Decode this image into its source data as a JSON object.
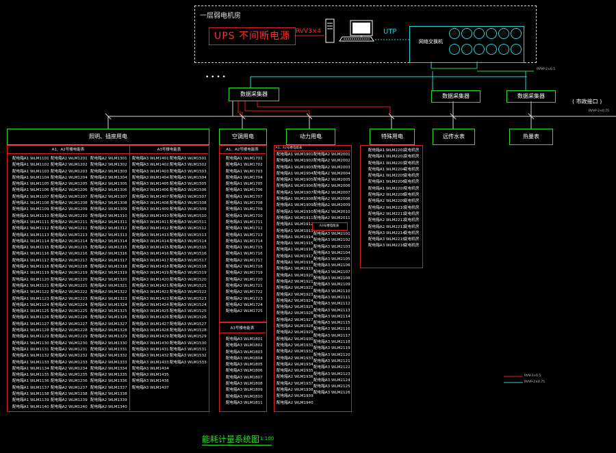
{
  "machine_room": {
    "title": "一层弱电机房",
    "ups_label": "UPS 不间断电源"
  },
  "labels": {
    "rvv": "RVV3×4",
    "utp": "UTP",
    "switch": "网络交换机",
    "bus_note_1": "RVVP-2×0.5",
    "bus_note_2": "RVVP-2×0.75",
    "city_interface": "( 市政接口 )",
    "dots": "• • • •"
  },
  "collectors": [
    "数据采集器",
    "数据采集器",
    "数据采集器"
  ],
  "categories": {
    "lighting": "照明、插座用电",
    "ac": "空调用电",
    "power": "动力用电",
    "special": "特殊用电",
    "water": "远传水表",
    "heat": "热量表"
  },
  "subheaders": {
    "lighting_a": "A1、A2号楼电能表",
    "lighting_b": "A3号楼电能表",
    "ac_a": "A1、A2号楼电能表",
    "ac_b": "A3号楼电能表",
    "power_a": "A1、A2号楼电能表",
    "power_b": "A3号楼电能表"
  },
  "legend": {
    "red_line": "RVV-3×0.5",
    "cyan_line": "RVVP-2×0.75"
  },
  "caption": {
    "title": "能耗计量系统图",
    "scale": "1:100"
  },
  "lists": {
    "light_c1": [
      "配电箱A1 WLM1101",
      "配电箱A1 WLM1102",
      "配电箱A1 WLM1103",
      "配电箱A1 WLM1104",
      "配电箱A1 WLM1105",
      "配电箱A1 WLM1106",
      "配电箱A1 WLM1107",
      "配电箱A1 WLM1108",
      "配电箱A1 WLM1109",
      "配电箱A1 WLM1110",
      "配电箱A1 WLM1111",
      "配电箱A1 WLM1112",
      "配电箱A1 WLM1113",
      "配电箱A1 WLM1114",
      "配电箱A1 WLM1115",
      "配电箱A1 WLM1116",
      "配电箱A1 WLM1117",
      "配电箱A1 WLM1118",
      "配电箱A1 WLM1119",
      "配电箱A1 WLM1120",
      "配电箱A1 WLM1121",
      "配电箱A1 WLM1122",
      "配电箱A1 WLM1123",
      "配电箱A1 WLM1124",
      "配电箱A1 WLM1125",
      "配电箱A1 WLM1126",
      "配电箱A1 WLM1127",
      "配电箱A1 WLM1128",
      "配电箱A1 WLM1129",
      "配电箱A1 WLM1130",
      "配电箱A1 WLM1131",
      "配电箱A1 WLM1132",
      "配电箱A1 WLM1133",
      "配电箱A1 WLM1134",
      "配电箱A1 WLM1135",
      "配电箱A1 WLM1136",
      "配电箱A1 WLM1137",
      "配电箱A1 WLM1138",
      "配电箱A1 WLM1139",
      "配电箱A1 WLM1140"
    ],
    "light_c2": [
      "配电箱A2 WLM1201",
      "配电箱A2 WLM1202",
      "配电箱A2 WLM1203",
      "配电箱A2 WLM1204",
      "配电箱A2 WLM1205",
      "配电箱A2 WLM1206",
      "配电箱A2 WLM1207",
      "配电箱A2 WLM1208",
      "配电箱A2 WLM1209",
      "配电箱A2 WLM1210",
      "配电箱A2 WLM1211",
      "配电箱A2 WLM1212",
      "配电箱A2 WLM1213",
      "配电箱A2 WLM1214",
      "配电箱A2 WLM1215",
      "配电箱A2 WLM1216",
      "配电箱A2 WLM1217",
      "配电箱A2 WLM1218",
      "配电箱A2 WLM1219",
      "配电箱A2 WLM1220",
      "配电箱A2 WLM1221",
      "配电箱A2 WLM1222",
      "配电箱A2 WLM1223",
      "配电箱A2 WLM1224",
      "配电箱A2 WLM1225",
      "配电箱A2 WLM1226",
      "配电箱A2 WLM1227",
      "配电箱A2 WLM1228",
      "配电箱A2 WLM1229",
      "配电箱A2 WLM1230",
      "配电箱A2 WLM1231",
      "配电箱A2 WLM1232",
      "配电箱A2 WLM1233",
      "配电箱A2 WLM1234",
      "配电箱A2 WLM1235",
      "配电箱A2 WLM1236",
      "配电箱A2 WLM1237",
      "配电箱A2 WLM1238",
      "配电箱A2 WLM1239",
      "配电箱A2 WLM1240"
    ],
    "light_c3": [
      "配电箱A2 WLM1301",
      "配电箱A2 WLM1302",
      "配电箱A2 WLM1303",
      "配电箱A2 WLM1304",
      "配电箱A2 WLM1305",
      "配电箱A2 WLM1306",
      "配电箱A2 WLM1307",
      "配电箱A2 WLM1308",
      "配电箱A2 WLM1309",
      "配电箱A2 WLM1310",
      "配电箱A2 WLM1311",
      "配电箱A2 WLM1312",
      "配电箱A2 WLM1313",
      "配电箱A2 WLM1314",
      "配电箱A2 WLM1315",
      "配电箱A2 WLM1316",
      "配电箱A2 WLM1317",
      "配电箱A2 WLM1318",
      "配电箱A2 WLM1319",
      "配电箱A2 WLM1320",
      "配电箱A2 WLM1321",
      "配电箱A2 WLM1322",
      "配电箱A2 WLM1323",
      "配电箱A2 WLM1324",
      "配电箱A2 WLM1325",
      "配电箱A2 WLM1326",
      "配电箱A2 WLM1327",
      "配电箱A2 WLM1328",
      "配电箱A2 WLM1329",
      "配电箱A2 WLM1330",
      "配电箱A2 WLM1331",
      "配电箱A2 WLM1332",
      "配电箱A2 WLM1333",
      "配电箱A2 WLM1334",
      "配电箱A2 WLM1335",
      "配电箱A2 WLM1336",
      "配电箱A2 WLM1337",
      "配电箱A2 WLM1338",
      "配电箱A2 WLM1339",
      "配电箱A2 WLM1340"
    ],
    "light_c4": [
      "配电箱A3 WLM1401",
      "配电箱A3 WLM1402",
      "配电箱A3 WLM1403",
      "配电箱A3 WLM1404",
      "配电箱A3 WLM1405",
      "配电箱A3 WLM1406",
      "配电箱A3 WLM1407",
      "配电箱A3 WLM1408",
      "配电箱A3 WLM1409",
      "配电箱A3 WLM1410",
      "配电箱A3 WLM1411",
      "配电箱A3 WLM1412",
      "配电箱A3 WLM1413",
      "配电箱A3 WLM1414",
      "配电箱A3 WLM1415",
      "配电箱A3 WLM1416",
      "配电箱A3 WLM1417",
      "配电箱A3 WLM1418",
      "配电箱A3 WLM1419",
      "配电箱A3 WLM1420",
      "配电箱A3 WLM1421",
      "配电箱A3 WLM1422",
      "配电箱A3 WLM1423",
      "配电箱A3 WLM1424",
      "配电箱A3 WLM1425",
      "配电箱A3 WLM1426",
      "配电箱A3 WLM1427",
      "配电箱A3 WLM1428",
      "配电箱A3 WLM1429",
      "配电箱A3 WLM1430",
      "配电箱A3 WLM1431",
      "配电箱A3 WLM1432",
      "配电箱A3 WLM1433",
      "配电箱A3 WLM1434",
      "配电箱A3 WLM1435",
      "配电箱A3 WLM1436",
      "配电箱A3 WLM1437"
    ],
    "light_c5": [
      "配电箱A3 WLM1501",
      "配电箱A3 WLM1502",
      "配电箱A3 WLM1503",
      "配电箱A3 WLM1504",
      "配电箱A3 WLM1505",
      "配电箱A3 WLM1506",
      "配电箱A3 WLM1507",
      "配电箱A3 WLM1508",
      "配电箱A3 WLM1509",
      "配电箱A3 WLM1510",
      "配电箱A3 WLM1511",
      "配电箱A3 WLM1512",
      "配电箱A3 WLM1513",
      "配电箱A3 WLM1514",
      "配电箱A3 WLM1515",
      "配电箱A3 WLM1516",
      "配电箱A3 WLM1517",
      "配电箱A3 WLM1518",
      "配电箱A3 WLM1519",
      "配电箱A3 WLM1520",
      "配电箱A3 WLM1521",
      "配电箱A3 WLM1522",
      "配电箱A3 WLM1523",
      "配电箱A3 WLM1524",
      "配电箱A3 WLM1525",
      "配电箱A3 WLM1526",
      "配电箱A3 WLM1527",
      "配电箱A3 WLM1528",
      "配电箱A3 WLM1529",
      "配电箱A3 WLM1530",
      "配电箱A3 WLM1531",
      "配电箱A3 WLM1532",
      "配电箱A3 WLM1533"
    ],
    "ac_c1": [
      "配电箱A1 WLM1701",
      "配电箱A1 WLM1702",
      "配电箱A1 WLM1703",
      "配电箱A1 WLM1704",
      "配电箱A1 WLM1705",
      "配电箱A1 WLM1706",
      "配电箱A1 WLM1707",
      "配电箱A1 WLM1708",
      "配电箱A1 WLM1709",
      "配电箱A1 WLM1710",
      "配电箱A1 WLM1711",
      "配电箱A1 WLM1712",
      "配电箱A1 WLM1713",
      "配电箱A1 WLM1714",
      "配电箱A1 WLM1715",
      "配电箱A1 WLM1716",
      "配电箱A2 WLM1717",
      "配电箱A2 WLM1718",
      "配电箱A2 WLM1719",
      "配电箱A2 WLM1720",
      "配电箱A2 WLM1721",
      "配电箱A2 WLM1722",
      "配电箱A2 WLM1723",
      "配电箱A2 WLM1724",
      "配电箱A2 WLM1725"
    ],
    "ac_c2": [
      "配电箱A3 WLM1801",
      "配电箱A3 WLM1802",
      "配电箱A3 WLM1803",
      "配电箱A3 WLM1804",
      "配电箱A3 WLM1805",
      "配电箱A3 WLM1806",
      "配电箱A3 WLM1807",
      "配电箱A3 WLM1808",
      "配电箱A3 WLM1809",
      "配电箱A3 WLM1810",
      "配电箱A3 WLM1811"
    ],
    "pw_c1": [
      "配电箱A1 WLM1901",
      "配电箱A1 WLM1902",
      "配电箱A1 WLM1903",
      "配电箱A1 WLM1904",
      "配电箱A1 WLM1905",
      "配电箱A1 WLM1906",
      "配电箱A1 WLM1907",
      "配电箱A1 WLM1908",
      "配电箱A1 WLM1909",
      "配电箱A1 WLM1910",
      "配电箱A1 WLM1911",
      "配电箱A1 WLM1912",
      "配电箱A1 WLM1913",
      "配电箱A1 WLM1914",
      "配电箱A1 WLM1915",
      "配电箱A1 WLM1916",
      "配电箱A1 WLM1917",
      "配电箱A1 WLM1918",
      "配电箱A1 WLM1919",
      "配电箱A1 WLM1920",
      "配电箱A2 WLM1921",
      "配电箱A2 WLM1922",
      "配电箱A2 WLM1923",
      "配电箱A2 WLM1924",
      "配电箱A2 WLM1925",
      "配电箱A2 WLM1926",
      "配电箱A2 WLM1927",
      "配电箱A2 WLM1928",
      "配电箱A2 WLM1929",
      "配电箱A2 WLM1930",
      "配电箱A2 WLM1931",
      "配电箱A2 WLM1932",
      "配电箱A2 WLM1933",
      "配电箱A2 WLM1934",
      "配电箱A2 WLM1935",
      "配电箱A2 WLM1936",
      "配电箱A2 WLM1937",
      "配电箱A2 WLM1938",
      "配电箱A2 WLM1939",
      "配电箱A2 WLM1940"
    ],
    "pw_c2": [
      "配电箱A2 WLM2001",
      "配电箱A2 WLM2002",
      "配电箱A2 WLM2003",
      "配电箱A2 WLM2004",
      "配电箱A2 WLM2005",
      "配电箱A2 WLM2006",
      "配电箱A2 WLM2007",
      "配电箱A2 WLM2008",
      "配电箱A2 WLM2009",
      "配电箱A2 WLM2010",
      "配电箱A2 WLM2011"
    ],
    "pw_c3": [
      "配电箱A3 WLM2101",
      "配电箱A3 WLM2102",
      "配电箱A3 WLM2103",
      "配电箱A3 WLM2104",
      "配电箱A3 WLM2105",
      "配电箱A3 WLM2106",
      "配电箱A3 WLM2107",
      "配电箱A3 WLM2108",
      "配电箱A3 WLM2109",
      "配电箱A3 WLM2110",
      "配电箱A3 WLM2111",
      "配电箱A3 WLM2112",
      "配电箱A3 WLM2113",
      "配电箱A3 WLM2114",
      "配电箱A3 WLM2115",
      "配电箱A3 WLM2116",
      "配电箱A3 WLM2117",
      "配电箱A3 WLM2118",
      "配电箱A3 WLM2119",
      "配电箱A3 WLM2120",
      "配电箱A3 WLM2121",
      "配电箱A3 WLM2122",
      "配电箱A3 WLM2123",
      "配电箱A3 WLM2124",
      "配电箱A3 WLM2125",
      "配电箱A3 WLM2126"
    ],
    "sp_c1": [
      "配电箱A1 WLM2201",
      "配电箱A1 WLM2202",
      "配电箱A1 WLM2203",
      "配电箱A1 WLM2204",
      "配电箱A1 WLM2205",
      "配电箱A1 WLM2206",
      "配电箱A1 WLM2207",
      "配电箱A2 WLM2208",
      "配电箱A2 WLM2209",
      "配电箱A2 WLM2210",
      "配电箱A2 WLM2211",
      "配电箱A2 WLM2212",
      "配电箱A2 WLM2213",
      "配电箱A3 WLM2214",
      "配电箱A3 WLM2215",
      "配电箱A3 WLM2216"
    ],
    "sp_c2": [
      "变电机房",
      "变电机房",
      "变电机房",
      "变电机房",
      "变电机房",
      "变电机房",
      "变电机房",
      "变电机房",
      "变电机房",
      "变电机房",
      "变电机房",
      "变电机房",
      "变电机房",
      "变电机房",
      "变电机房",
      "变电机房"
    ]
  }
}
